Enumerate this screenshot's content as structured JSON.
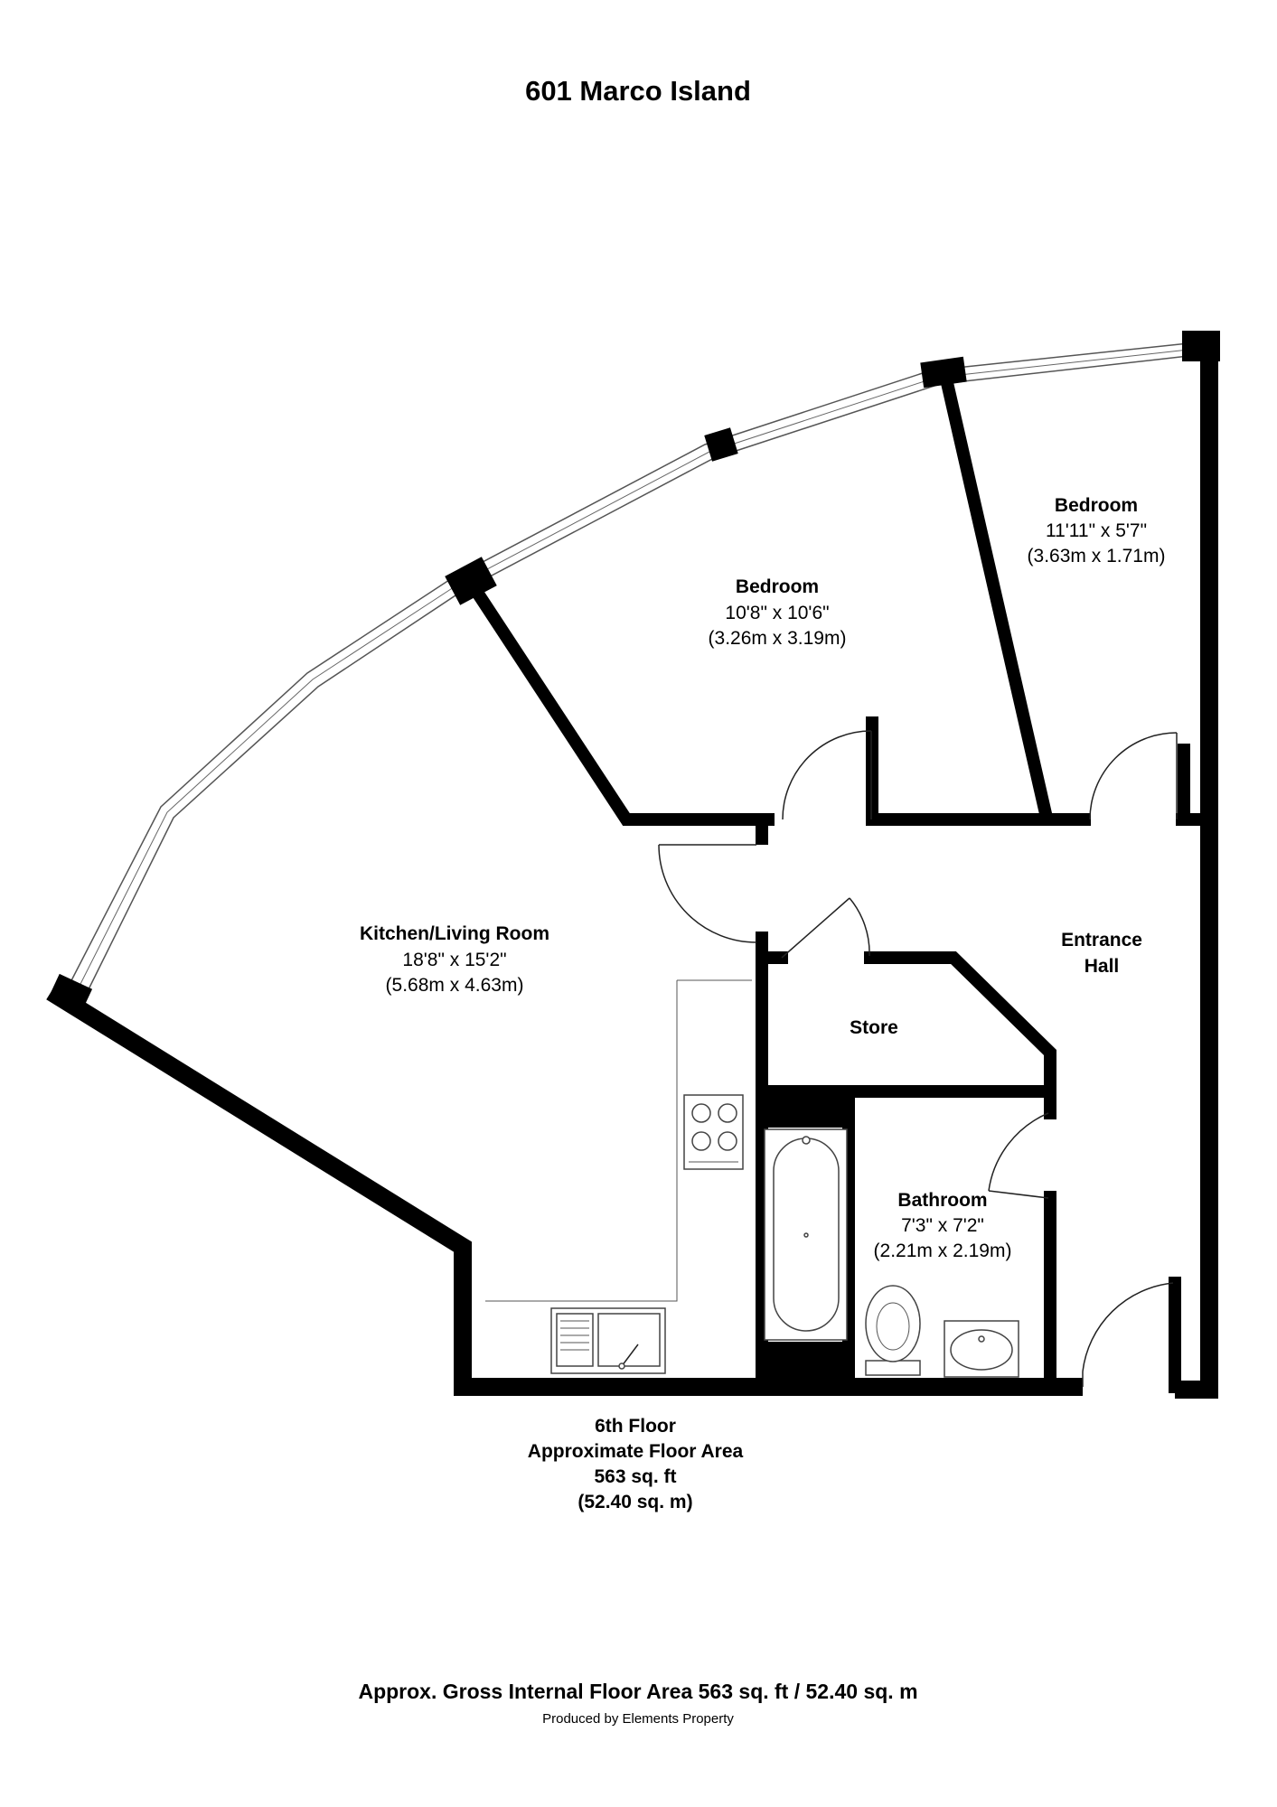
{
  "title": "601 Marco Island",
  "rooms": {
    "bedroom_1": {
      "name": "Bedroom",
      "dim_imperial": "10'8\" x 10'6\"",
      "dim_metric": "(3.26m x 3.19m)"
    },
    "bedroom_2": {
      "name": "Bedroom",
      "dim_imperial": "11'11\" x 5'7\"",
      "dim_metric": "(3.63m x 1.71m)"
    },
    "kitchen_living": {
      "name": "Kitchen/Living Room",
      "dim_imperial": "18'8\" x 15'2\"",
      "dim_metric": "(5.68m x 4.63m)"
    },
    "entrance_hall": {
      "name_line1": "Entrance",
      "name_line2": "Hall"
    },
    "store": {
      "name": "Store"
    },
    "bathroom": {
      "name": "Bathroom",
      "dim_imperial": "7'3\" x 7'2\"",
      "dim_metric": "(2.21m x 2.19m)"
    }
  },
  "floor_info": {
    "floor": "6th Floor",
    "label": "Approximate Floor Area",
    "area_sqft": "563 sq. ft",
    "area_sqm": "(52.40 sq. m)"
  },
  "footer": {
    "gross_area": "Approx. Gross Internal Floor Area 563 sq. ft / 52.40 sq. m",
    "credit": "Produced by Elements Property"
  }
}
